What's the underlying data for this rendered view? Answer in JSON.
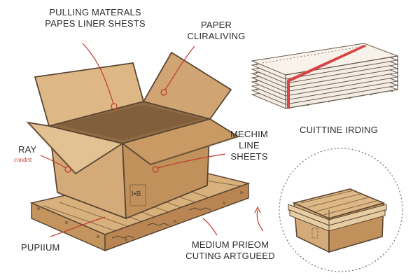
{
  "labels": {
    "top_left_line1": "PULLING MATERALS",
    "top_left_line2": "PAPES LINER SHESTS",
    "paper_line1": "PAPER",
    "paper_line2": "CLIRALIVING",
    "cutting": "CUITTINE IRDING",
    "medium_line1": "MECHIM",
    "medium_line2": "LINE",
    "medium_line3": "SHEETS",
    "ray": "RAY",
    "ray_sub": "condrtt",
    "pupium": "PUPIIUM",
    "bottom_line1": "MEDIUM PRIEOM",
    "bottom_line2": "CUTING ARTGUEED",
    "box_mark": "I•B"
  },
  "colors": {
    "cardboard": "#d4aa78",
    "cardboard_dark": "#b98a55",
    "cardboard_light": "#e2c192",
    "outline": "#5b4632",
    "arrow": "#c0392b",
    "paper": "#f4ede4",
    "band": "#d64545"
  },
  "icons": {
    "box": "open-cardboard-box-icon",
    "pallet": "wooden-pallet-icon",
    "stack": "paper-stack-icon",
    "magnifier": "closed-box-detail-icon"
  }
}
